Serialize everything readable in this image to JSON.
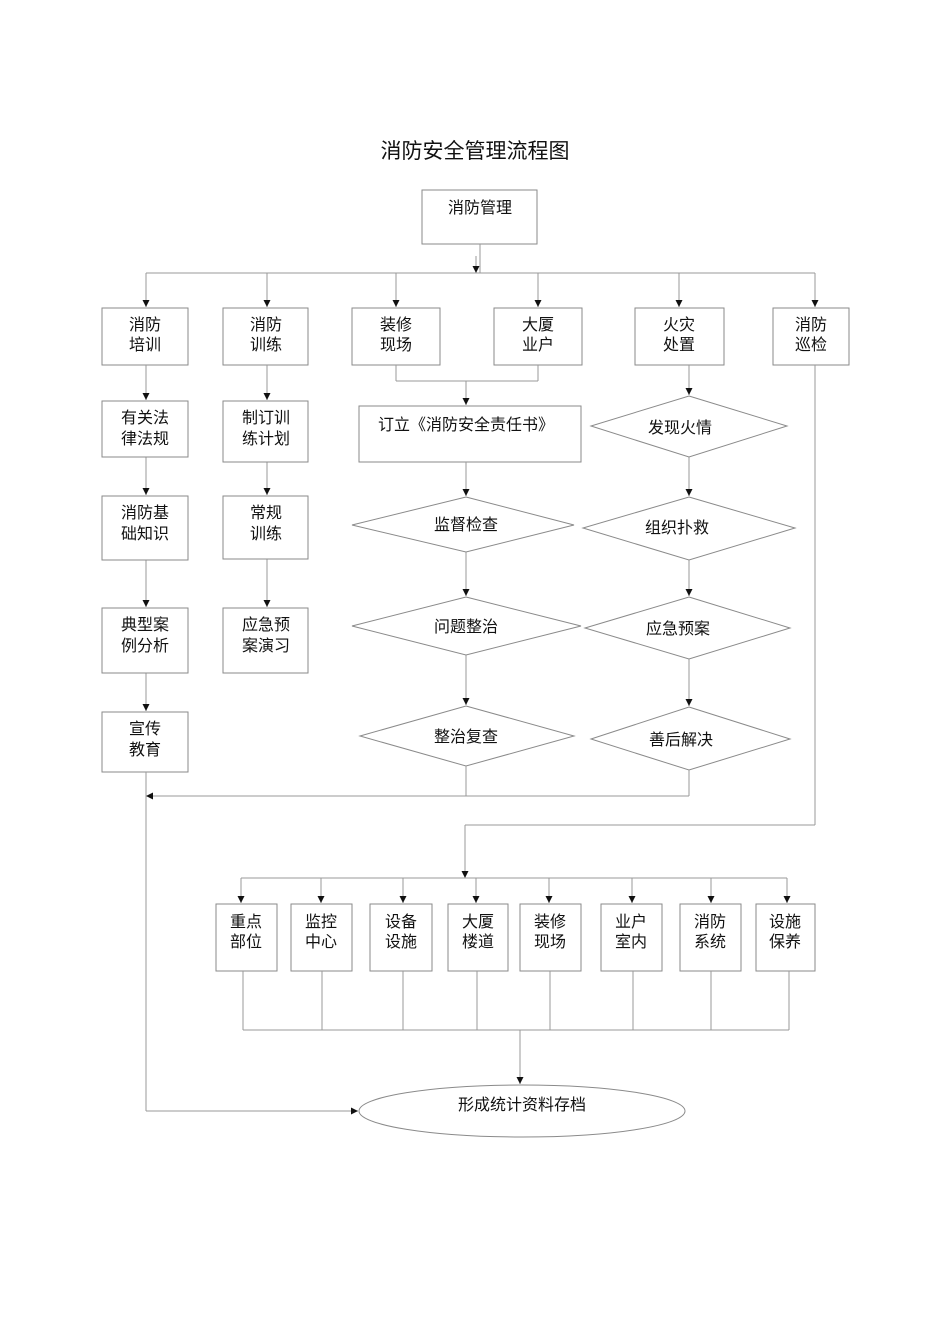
{
  "title": "消防安全管理流程图",
  "root": "消防管理",
  "columns": {
    "training": [
      "消防",
      "培训"
    ],
    "drill": [
      "消防",
      "训练"
    ],
    "renovation": [
      "装修",
      "现场"
    ],
    "tenant": [
      "大厦",
      "业户"
    ],
    "fire": [
      "火灾",
      "处置"
    ],
    "patrol": [
      "消防",
      "巡检"
    ]
  },
  "training_steps": [
    [
      "有关法",
      "律法规"
    ],
    [
      "消防基",
      "础知识"
    ],
    [
      "典型案",
      "例分析"
    ],
    [
      "宣传",
      "教育"
    ]
  ],
  "drill_steps": [
    [
      "制订训",
      "练计划"
    ],
    [
      "常规",
      "训练"
    ],
    [
      "应急预",
      "案演习"
    ]
  ],
  "responsibility": "订立《消防安全责任书》",
  "inspection_steps": [
    "监督检查",
    "问题整治",
    "整治复查"
  ],
  "fire_steps": [
    "发现火情",
    "组织扑救",
    "应急预案",
    "善后解决"
  ],
  "patrol_items": [
    [
      "重点",
      "部位"
    ],
    [
      "监控",
      "中心"
    ],
    [
      "设备",
      "设施"
    ],
    [
      "大厦",
      "楼道"
    ],
    [
      "装修",
      "现场"
    ],
    [
      "业户",
      "室内"
    ],
    [
      "消防",
      "系统"
    ],
    [
      "设施",
      "保养"
    ]
  ],
  "archive": "形成统计资料存档"
}
